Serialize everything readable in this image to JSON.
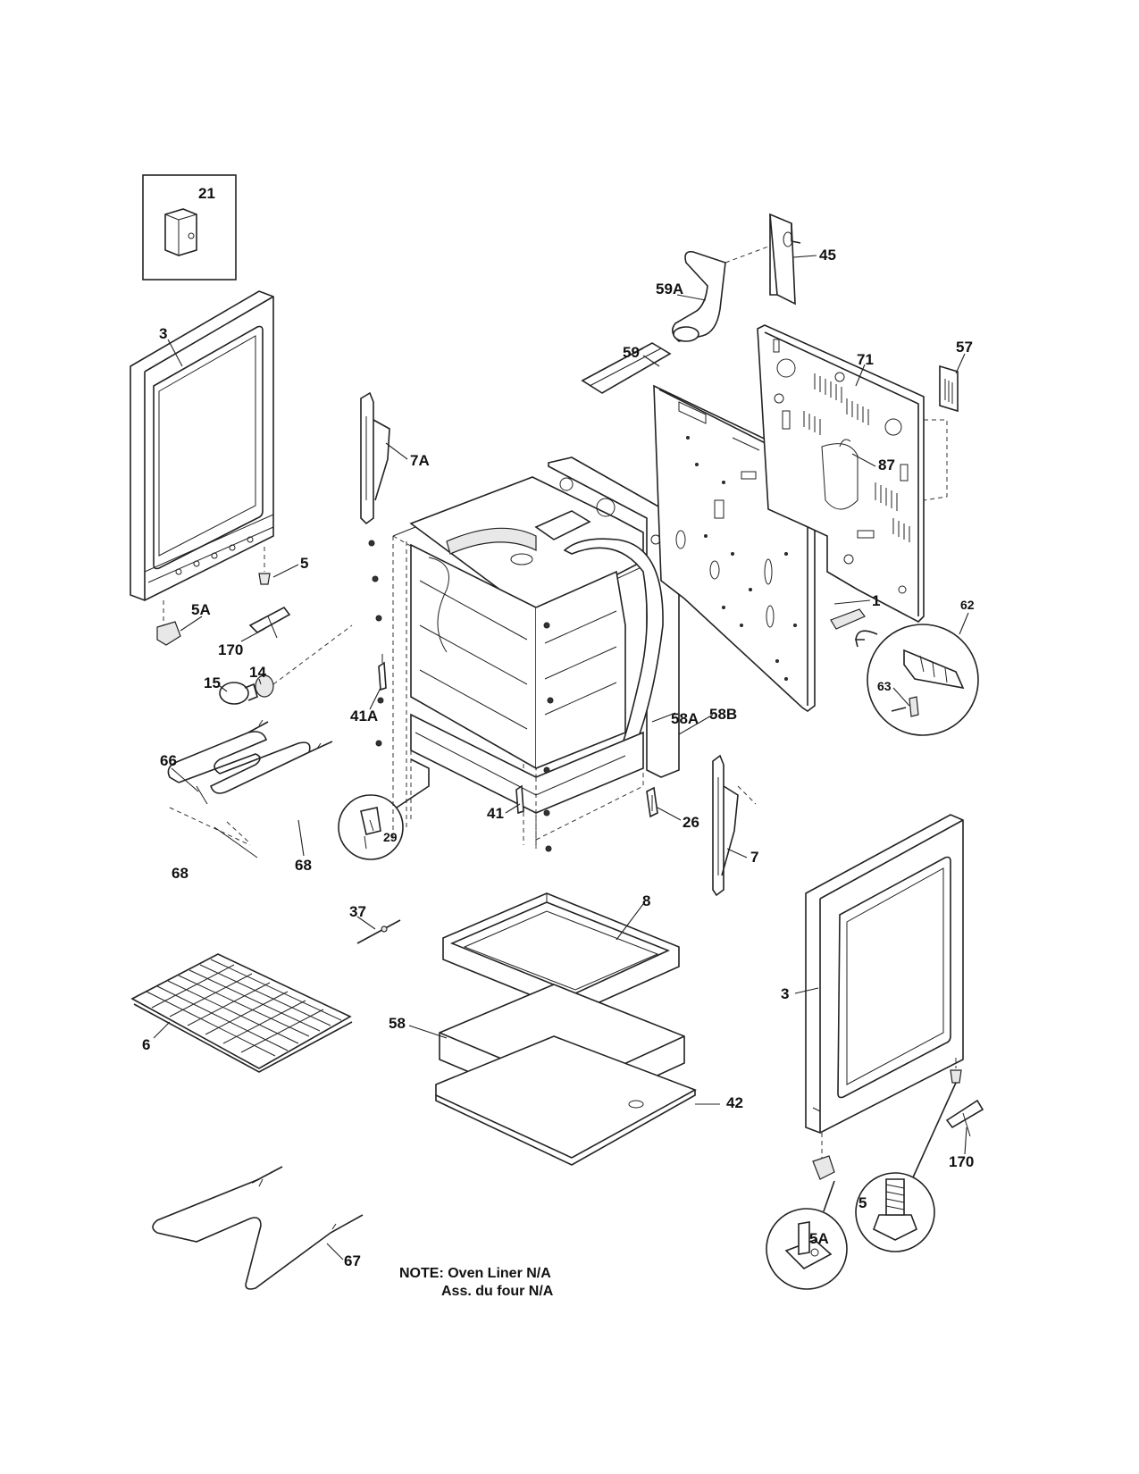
{
  "labels": {
    "p21": "21",
    "p45": "45",
    "p59a": "59A",
    "p59": "59",
    "p3_left": "3",
    "p71": "71",
    "p57": "57",
    "p7a": "7A",
    "p87": "87",
    "p5_left": "5",
    "p5a_left": "5A",
    "p170_left": "170",
    "p15": "15",
    "p14": "14",
    "p1": "1",
    "p62": "62",
    "p63": "63",
    "p41a": "41A",
    "p58a": "58A",
    "p58b": "58B",
    "p66": "66",
    "p41": "41",
    "p26": "26",
    "p7": "7",
    "p29": "29",
    "p68_left": "68",
    "p68_right": "68",
    "p37": "37",
    "p8": "8",
    "p3_right": "3",
    "p6": "6",
    "p58": "58",
    "p42": "42",
    "p170_right": "170",
    "p5_right": "5",
    "p5a_right": "5A",
    "p67": "67"
  },
  "note": {
    "line1": "NOTE: Oven Liner N/A",
    "line2": "Ass. du four N/A"
  }
}
